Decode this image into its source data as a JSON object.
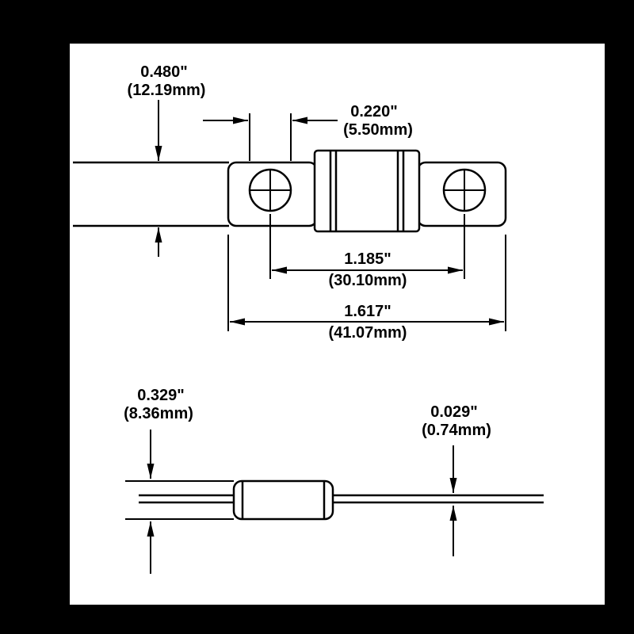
{
  "diagram": {
    "type": "fuse-dimensional-drawing",
    "colors": {
      "line": "#000000",
      "paper": "#ffffff",
      "frame": "#000000"
    },
    "dimensions": {
      "tab_height": {
        "in": "0.480\"",
        "mm": "(12.19mm)"
      },
      "hole_diameter": {
        "in": "0.220\"",
        "mm": "(5.50mm)"
      },
      "hole_spacing": {
        "in": "1.185\"",
        "mm": "(30.10mm)"
      },
      "overall_length": {
        "in": "1.617\"",
        "mm": "(41.07mm)"
      },
      "body_height": {
        "in": "0.329\"",
        "mm": "(8.36mm)"
      },
      "terminal_thickness": {
        "in": "0.029\"",
        "mm": "(0.74mm)"
      }
    }
  }
}
